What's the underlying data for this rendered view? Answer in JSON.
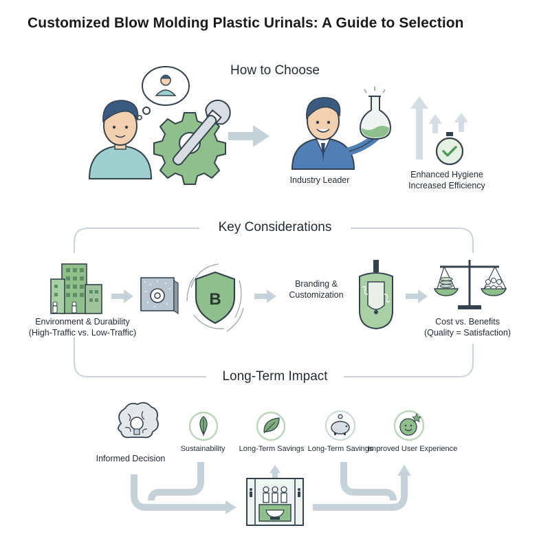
{
  "title": "Customized Blow Molding Plastic Urinals: A Guide to Selection",
  "how_to_choose": {
    "heading": "How to Choose",
    "leader_label": "Industry Leader",
    "benefit_lines": [
      "Enhanced Hygiene",
      "Increased Efficiency"
    ]
  },
  "key_considerations": {
    "heading": "Key Considerations",
    "environment_lines": [
      "Environment & Durability",
      "(High-Traffic vs. Low-Traffic)"
    ],
    "branding_lines": [
      "Branding &",
      "Customization"
    ],
    "shield_letter": "B",
    "cost_lines": [
      "Cost vs. Benefits",
      "(Quality = Satisfaction)"
    ]
  },
  "long_term_impact": {
    "heading": "Long-Term Impact",
    "items": [
      "Informed Decision",
      "Sustainability",
      "Long-Term Savings",
      "Long-Term Savings",
      "Improved User Experience"
    ]
  },
  "colors": {
    "accent_green": "#7fae7c",
    "line_blue": "#b8c6d0",
    "outline": "#33424d",
    "skin": "#f2d0b0",
    "shirt": "#9fd0cf",
    "suit": "#4f7fb5"
  }
}
